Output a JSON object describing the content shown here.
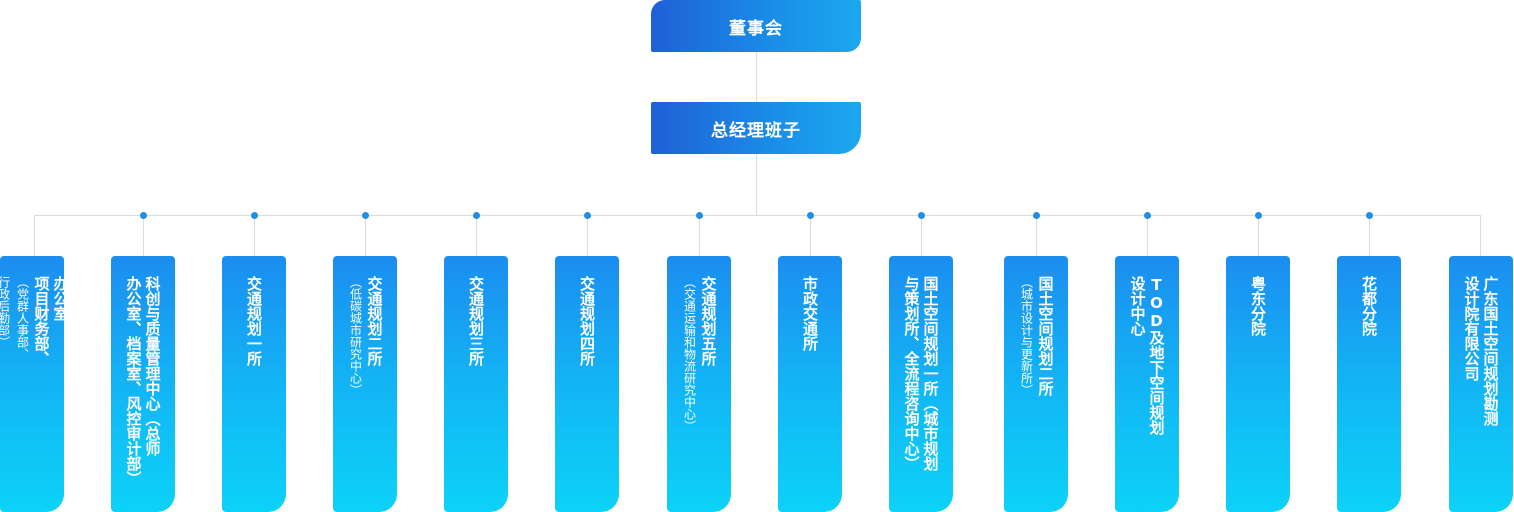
{
  "board": {
    "label": "董事会"
  },
  "management": {
    "label": "总经理班子"
  },
  "departments": [
    {
      "lines": [
        "办公室",
        "项目财务部、"
      ],
      "subs": [
        "（党群人事部、",
        "行政后勤部）"
      ]
    },
    {
      "lines": [
        "科创与质量管理中心（总师",
        "办公室、档案室、风控审计部）"
      ]
    },
    {
      "lines": [
        "交通规划一所"
      ]
    },
    {
      "lines": [
        "交通规划二所"
      ],
      "subs": [
        "（低碳城市研究中心）"
      ]
    },
    {
      "lines": [
        "交通规划三所"
      ]
    },
    {
      "lines": [
        "交通规划四所"
      ]
    },
    {
      "lines": [
        "交通规划五所"
      ],
      "subs": [
        "（交通运输和物流研究中心）"
      ]
    },
    {
      "lines": [
        "市政交通所"
      ]
    },
    {
      "lines": [
        "国土空间规划一所（城市规划",
        "与策划所、全流程咨询中心）"
      ]
    },
    {
      "lines": [
        "国土空间规划二所"
      ],
      "subs": [
        "（城市设计与更新所）"
      ]
    },
    {
      "lines": [
        "TOD及地下空间规划",
        "设计中心"
      ]
    },
    {
      "lines": [
        "粤东分院"
      ]
    },
    {
      "lines": [
        "花都分院"
      ]
    },
    {
      "lines": [
        "广东国土空间规划勘测",
        "设计院有限公司"
      ]
    }
  ]
}
